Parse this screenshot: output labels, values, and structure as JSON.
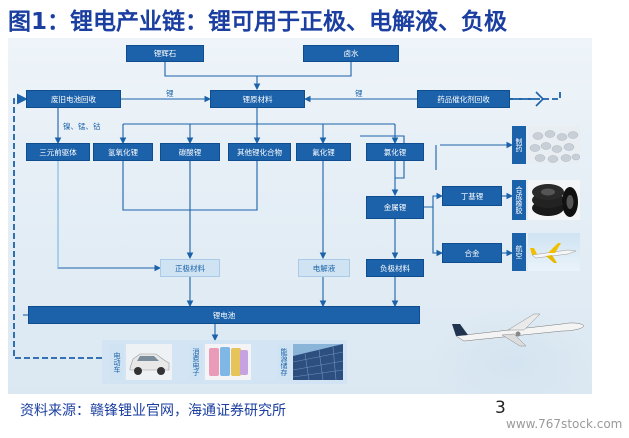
{
  "title": "图1：锂电产业链：锂可用于正极、电解液、负极",
  "nodes": {
    "spodumene": "锂辉石",
    "brine": "卤水",
    "recycling": "废旧电池回收",
    "lithium_raw": "锂原材料",
    "pharma": "药品催化剂回收",
    "ternary_precursor": "三元前驱体",
    "lithium_hydroxide": "氢氧化锂",
    "lithium_carbonate": "碳酸锂",
    "other_compounds": "其他锂化合物",
    "lithium_fluoride": "氟化锂",
    "lithium_chloride": "氯化锂",
    "lithium_metal": "金属锂",
    "butyllithium": "丁基锂",
    "alloy": "合金",
    "cathode": "正极材料",
    "electrolyte": "电解液",
    "anode": "负极材料",
    "battery": "锂电池"
  },
  "edge_labels": {
    "li_left": "锂",
    "li_right": "锂",
    "metals": "镍、锰、钴"
  },
  "right_tags": {
    "pharma_use": "制药",
    "rubber": "合成橡胶",
    "aviation": "航空"
  },
  "bottom_tags": {
    "ev": "电动车",
    "electronics": "消费电子",
    "storage": "能源储存"
  },
  "icons": [
    "pills-photo",
    "tires-photo",
    "airplane-photo",
    "car-photo",
    "phones-photo",
    "solar-panel-photo",
    "jet-airplane-photo"
  ],
  "colors": {
    "title": "#1b3fa0",
    "box": "#1c62aa",
    "box_light": "#cfe3f3",
    "line": "#1c62aa",
    "line_light": "#8fc3e8"
  },
  "source": "资料来源：赣锋锂业官网，海通证券研究所",
  "page_number": "3",
  "watermark": "www.767stock.com"
}
